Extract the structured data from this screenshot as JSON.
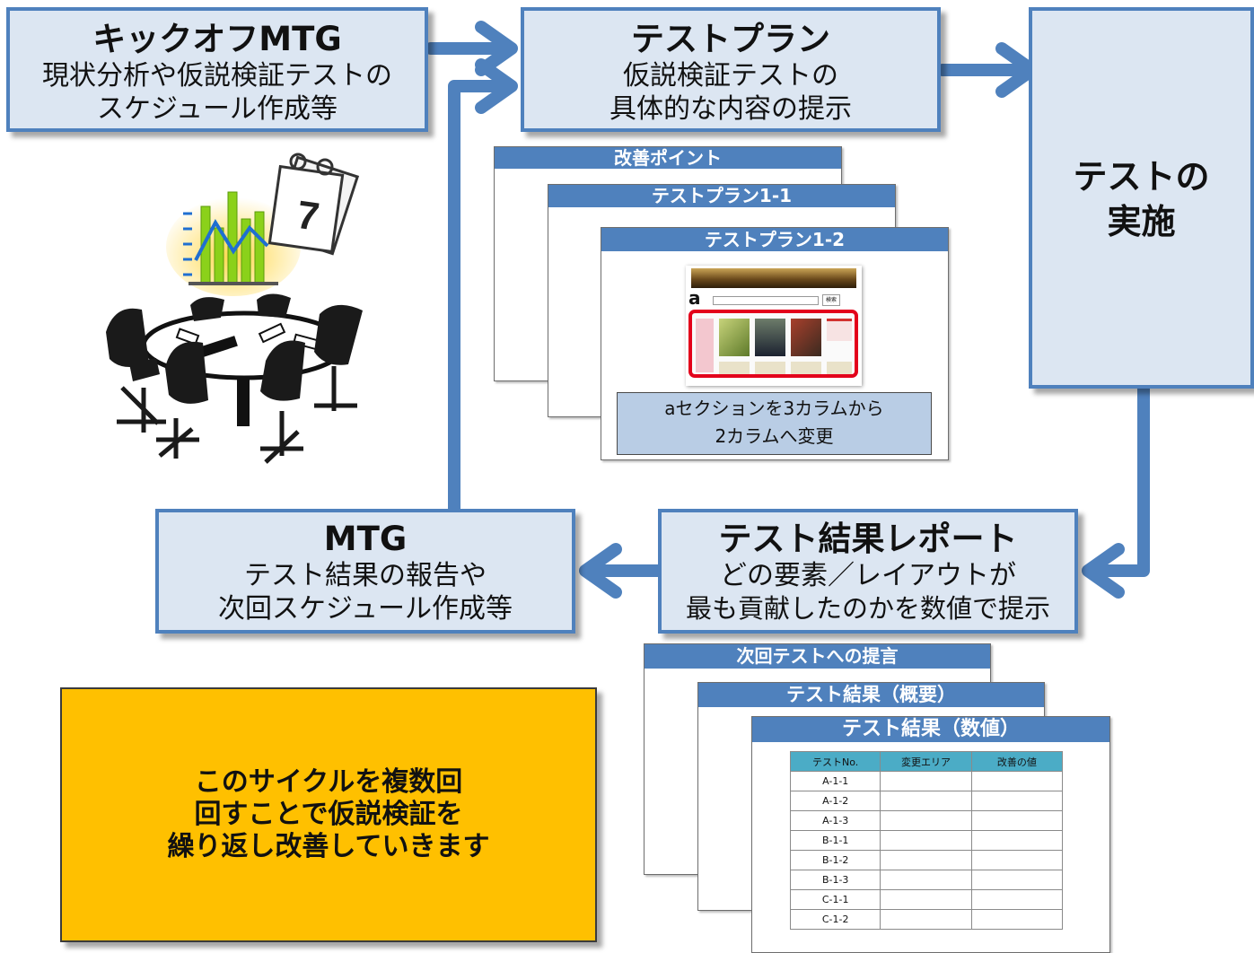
{
  "kickoff": {
    "title": "キックオフMTG",
    "line1": "現状分析や仮説検証テストの",
    "line2": "スケジュール作成等"
  },
  "testplan": {
    "title": "テストプラン",
    "line1": "仮説検証テストの",
    "line2": "具体的な内容の提示"
  },
  "execution": {
    "line1": "テストの",
    "line2": "実施"
  },
  "report": {
    "title": "テスト結果レポート",
    "line1": "どの要素／レイアウトが",
    "line2": "最も貢献したのかを数値で提示"
  },
  "mtg": {
    "title": "MTG",
    "line1": "テスト結果の報告や",
    "line2": "次回スケジュール作成等"
  },
  "plan_docs": {
    "doc1_title": "改善ポイント",
    "doc2_title": "テストプラン1‐1",
    "doc3_title": "テストプラン1-2",
    "section_marker": "a",
    "search_button": "検索",
    "caption_line1": "aセクションを3カラムから",
    "caption_line2": "2カラムへ変更"
  },
  "report_docs": {
    "doc1_title": "次回テストへの提言",
    "doc2_title": "テスト結果（概要）",
    "doc3_title": "テスト結果（数値）",
    "table": {
      "headers": [
        "テストNo.",
        "変更エリア",
        "改善の値"
      ],
      "rows": [
        "A-1-1",
        "A-1-2",
        "A-1-3",
        "B-1-1",
        "B-1-2",
        "B-1-3",
        "C-1-1",
        "C-1-2"
      ]
    }
  },
  "summary": {
    "line1": "このサイクルを複数回",
    "line2": "回すことで仮説検証を",
    "line3": "繰り返し改善していきます"
  },
  "colors": {
    "box_fill": "#dce6f2",
    "box_border": "#4f81bd",
    "arrow": "#4f81bd",
    "doc_header": "#4f81bd",
    "summary_fill": "#ffc000",
    "table_header": "#4bacc6",
    "highlight_frame": "#e3001b"
  }
}
